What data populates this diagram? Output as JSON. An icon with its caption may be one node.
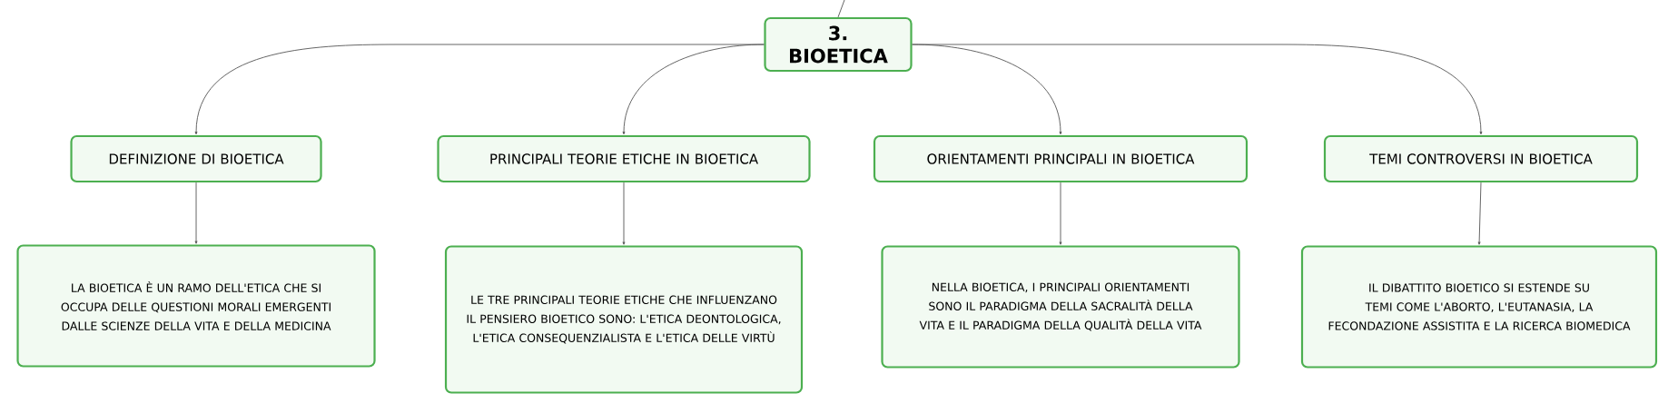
{
  "diagram": {
    "nodes": [
      {
        "text": [
          "3. BIOETICA"
        ]
      },
      {
        "text": [
          "DEFINIZIONE DI BIOETICA"
        ]
      },
      {
        "text": [
          "LA BIOETICA È UN RAMO DELL'ETICA CHE SI OCCUPA DELLE QUESTIONI MORALI EMERGENTI DALLE SCIENZE DELLA VITA E DELLA MEDICINA"
        ]
      },
      {
        "text": [
          "PRINCIPALI TEORIE ETICHE IN BIOETICA"
        ]
      },
      {
        "text": [
          "LE TRE PRINCIPALI TEORIE ETICHE CHE INFLUENZANO IL PENSIERO BIOETICO SONO: L'ETICA DEONTOLOGICA, L'ETICA CONSEQUENZIALISTA E L'ETICA DELLE VIRTÙ"
        ]
      },
      {
        "text": [
          "ORIENTAMENTI PRINCIPALI IN BIOETICA"
        ]
      },
      {
        "text": [
          "NELLA BIOETICA, I PRINCIPALI ORIENTAMENTI SONO IL PARADIGMA DELLA SACRALITÀ DELLA VITA E IL PARADIGMA DELLA QUALITÀ DELLA VITA"
        ]
      },
      {
        "text": [
          "TEMI CONTROVERSI IN BIOETICA"
        ]
      },
      {
        "text": [
          "IL DIBATTITO BIOETICO SI ESTENDE SU TEMI COME L'ABORTO, L'EUTANASIA, LA FECONDAZIONE ASSISTITA E LA RICERCA BIOMEDICA"
        ]
      }
    ],
    "edges": [
      {
        "from": null,
        "to": 0,
        "arrow": "none"
      },
      {
        "from": 0,
        "to": 1,
        "arrow": "to"
      },
      {
        "from": 0,
        "to": 3,
        "arrow": "to"
      },
      {
        "from": 0,
        "to": 5,
        "arrow": "to"
      },
      {
        "from": 0,
        "to": 7,
        "arrow": "to"
      },
      {
        "from": 1,
        "to": 2,
        "arrow": "to"
      },
      {
        "from": 3,
        "to": 4,
        "arrow": "to"
      },
      {
        "from": 5,
        "to": 6,
        "arrow": "to"
      },
      {
        "from": 7,
        "to": 8,
        "arrow": "to"
      }
    ]
  }
}
